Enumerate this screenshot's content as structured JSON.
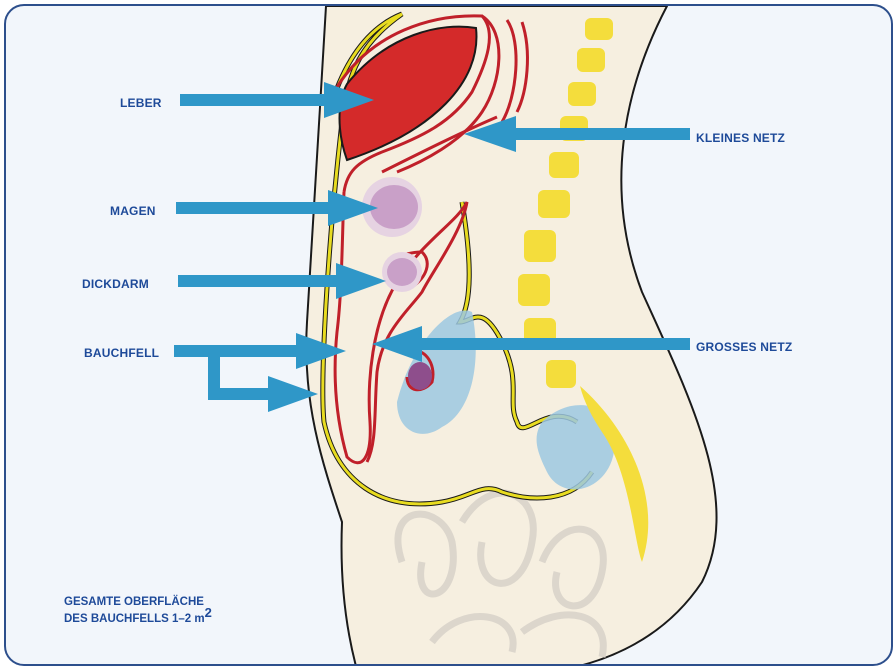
{
  "labels": {
    "leber": "LEBER",
    "magen": "MAGEN",
    "dickdarm": "DICKDARM",
    "bauchfell": "BAUCHFELL",
    "kleines_netz": "KLEINES NETZ",
    "grosses_netz": "GROSSES NETZ"
  },
  "note": {
    "line1": "GESAMTE OBERFLÄCHE",
    "line2_prefix": "DES BAUCHFELLS 1–2 m",
    "line2_sup": "2"
  },
  "colors": {
    "arrow": "#2f97c8",
    "label_text": "#1e4a99",
    "frame_border": "#2d4f8c",
    "background": "#f2f6fb",
    "body_skin": "#f6efe0",
    "liver": "#d42a2a",
    "peritoneum_red": "#c0202a",
    "omentum_yellow": "#e8dc20",
    "spine": "#f4dd3c",
    "stomach_pink": "#c9a0c8",
    "pelvic_blue": "#9cc8e0"
  }
}
